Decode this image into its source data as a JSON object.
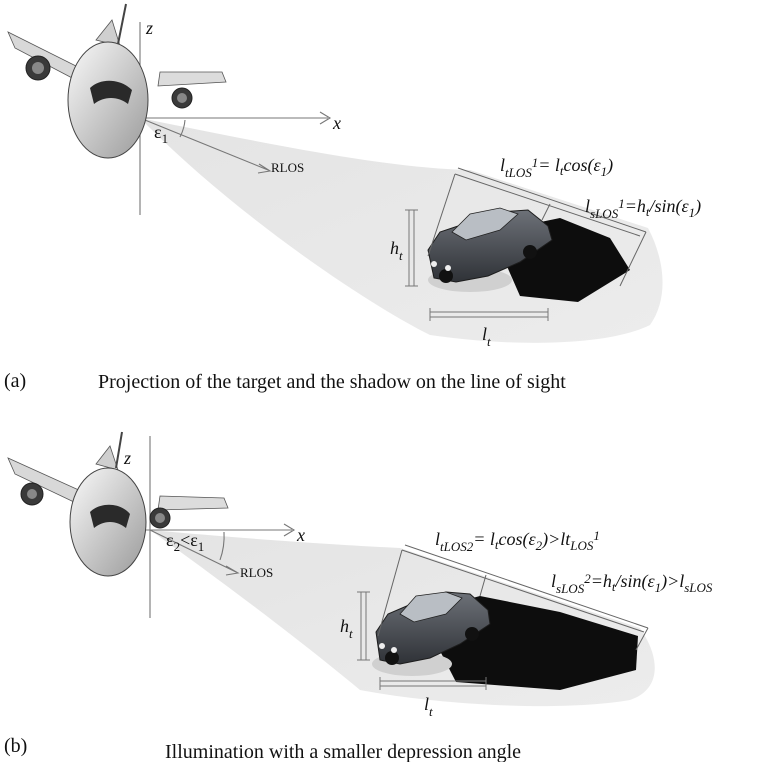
{
  "panels": [
    {
      "letter": "(a)",
      "caption": "Projection of the target and the shadow on the line of sight",
      "axis_z": "z",
      "axis_x": "x",
      "angle_label": "ε",
      "angle_sub": "1",
      "rlos": "RLOS",
      "h": "h",
      "h_sub": "t",
      "l": "l",
      "l_sub": "t",
      "eq_t": {
        "a": "l",
        "a_sub": "tLOS",
        "a_sup": "1",
        "b": "= l",
        "b_sub": "t",
        "c": "cos(ε",
        "c_sub": "1",
        "d": ")"
      },
      "eq_s": {
        "a": "l",
        "a_sub": "sLOS",
        "a_sup": "1",
        "b": "=h",
        "b_sub": "t",
        "c": "/sin(ε",
        "c_sub": "1",
        "d": ")"
      }
    },
    {
      "letter": "(b)",
      "caption": "Illumination with a smaller depression angle",
      "axis_z": "z",
      "axis_x": "x",
      "angle_a": "ε",
      "angle_a_sub": "2",
      "angle_lt": "<",
      "angle_b": "ε",
      "angle_b_sub": "1",
      "rlos": "RLOS",
      "h": "h",
      "h_sub": "t",
      "l": "l",
      "l_sub": "t",
      "eq_t": {
        "a": "l",
        "a_sub": "tLOS2",
        "b": "= l",
        "b_sub": "t",
        "c": "cos(ε",
        "c_sub": "2",
        "d": ")>lt",
        "d_sub": "LOS",
        "d_sup": "1"
      },
      "eq_s": {
        "a": "l",
        "a_sub": "sLOS",
        "a_sup": "2",
        "b": "=h",
        "b_sub": "t",
        "c": "/sin(ε",
        "c_sub": "1",
        "d": ")>l",
        "d_sub": "sLOS"
      }
    }
  ]
}
